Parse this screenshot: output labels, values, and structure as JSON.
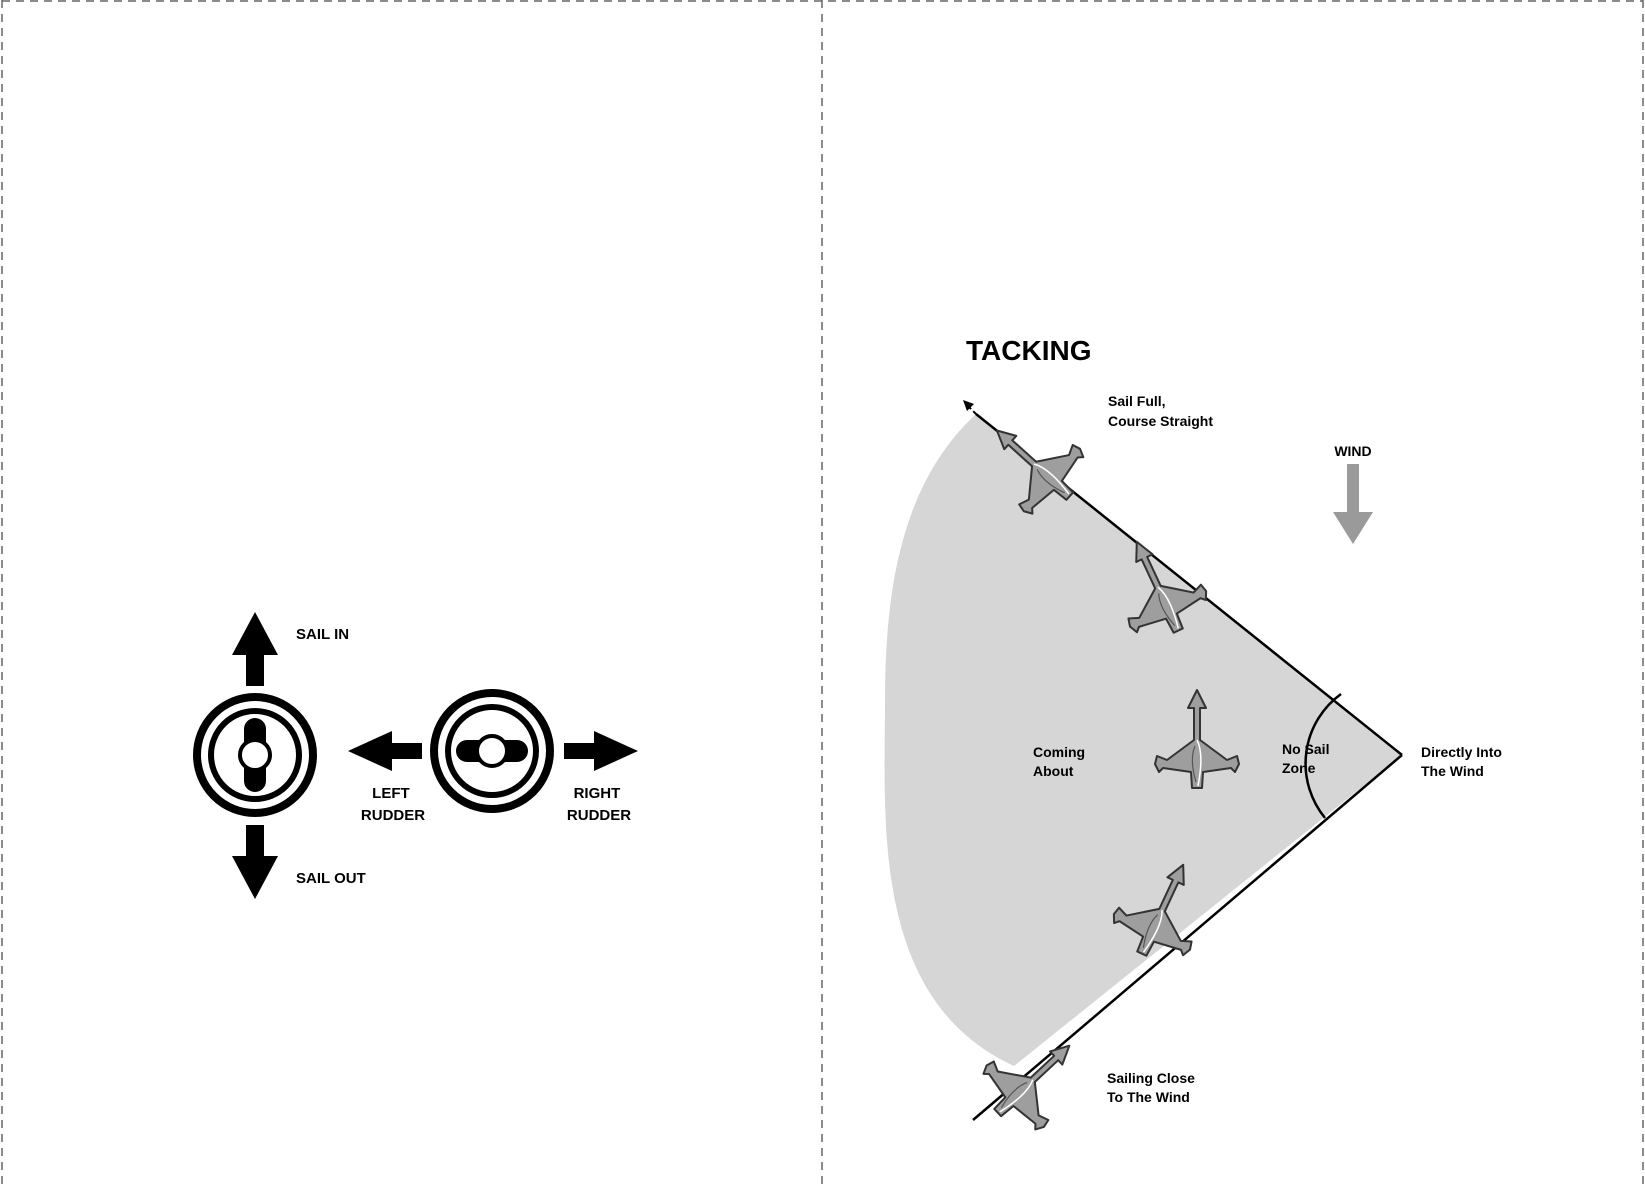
{
  "controls": {
    "sail_in": "SAIL IN",
    "sail_out": "SAIL OUT",
    "left_rudder": [
      "LEFT",
      "RUDDER"
    ],
    "right_rudder": [
      "RIGHT",
      "RUDDER"
    ]
  },
  "tacking": {
    "title": "TACKING",
    "wind": "WIND",
    "sail_full": [
      "Sail Full,",
      "Course Straight"
    ],
    "coming_about": [
      "Coming",
      "About"
    ],
    "no_sail_zone": [
      "No Sail",
      "Zone"
    ],
    "directly_into_wind": [
      "Directly Into",
      "The Wind"
    ],
    "sailing_close": [
      "Sailing Close",
      "To The Wind"
    ]
  },
  "colors": {
    "zone_fill": "#d6d6d6",
    "wind_arrow": "#9a9a9a",
    "boat_fill": "#9e9e9e",
    "ink": "#000000"
  }
}
